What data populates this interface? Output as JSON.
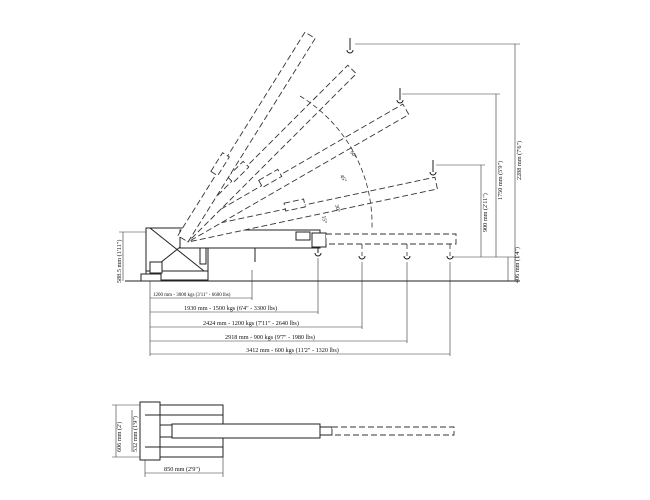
{
  "reach_dims": [
    "1200 mm - 3000 kgs   (3'11\" - 6600 lbs)",
    "1930 mm - 1500 kgs   (6'4\" - 3300 lbs)",
    "2424 mm - 1200 kgs   (7'11\" - 2640 lbs)",
    "2918 mm - 900 kgs   (9'7\" - 1980 lbs)",
    "3412 mm - 600 kgs   (11'2\" - 1320 lbs)"
  ],
  "height_dims": [
    "588.5 mm  (1'11\")",
    "2288 mm  (7'6\")",
    "1750 mm  (5'9\")",
    "900 mm  (2'11\")",
    "406 mm  (1'4\")"
  ],
  "angles": [
    "60°",
    "45°",
    "30°",
    "15°"
  ],
  "plan_dims": {
    "width_outer": "606 mm  (2')",
    "width_inner": "532 mm  (1'9\")",
    "length": "850 mm   (2'9\")"
  }
}
